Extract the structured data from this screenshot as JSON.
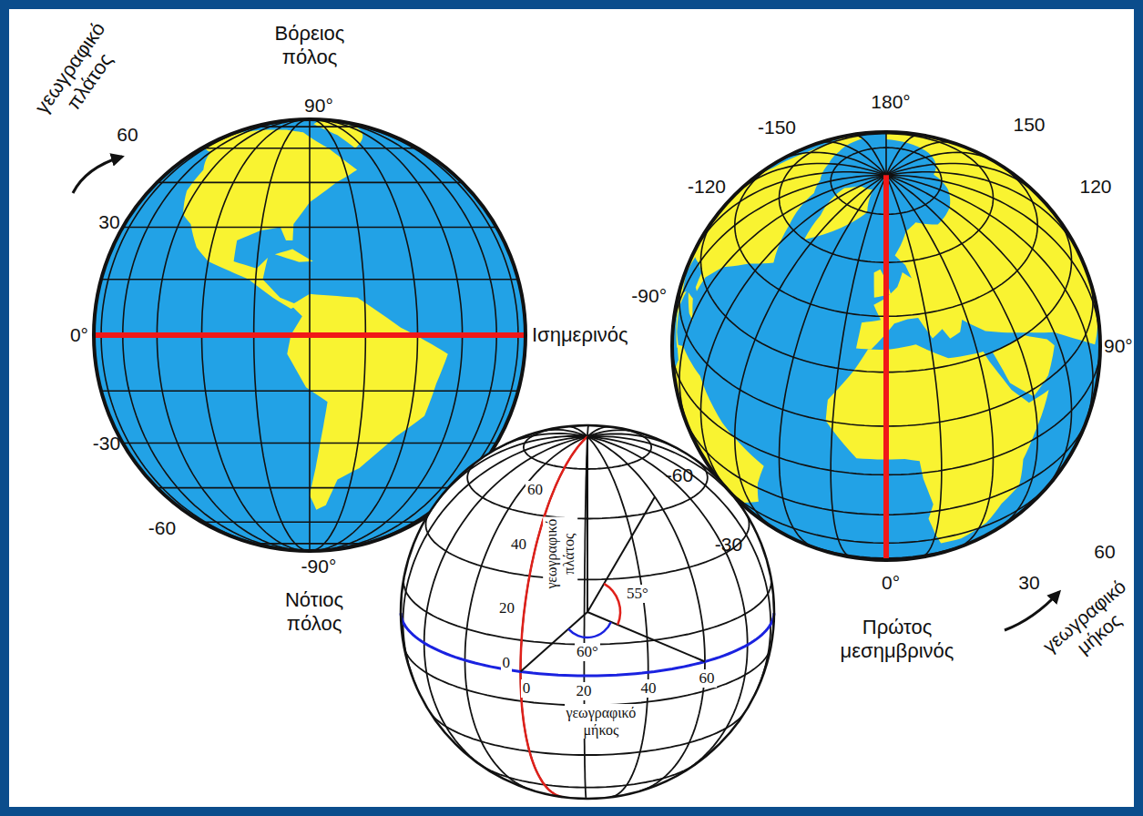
{
  "diagram": {
    "labels": [
      "Βόρειος πόλος",
      "90°",
      "60",
      "30",
      "0°",
      "-30",
      "-60",
      "-90°",
      "Νότιος πόλος",
      "Ισημερινός",
      "γεωγραφικό πλάτος",
      "-150",
      "180°",
      "150",
      "-120",
      "120",
      "-90°",
      "90°",
      "-60",
      "60",
      "-30",
      "30",
      "0°",
      "Πρώτος μεσημβρινός",
      "γεωγραφικό μήκος",
      "60",
      "40",
      "20",
      "0",
      "γεωγραφικό πλάτος",
      "55°",
      "60°",
      "0",
      "20",
      "40",
      "60",
      "γεωγραφικό μήκος"
    ]
  }
}
